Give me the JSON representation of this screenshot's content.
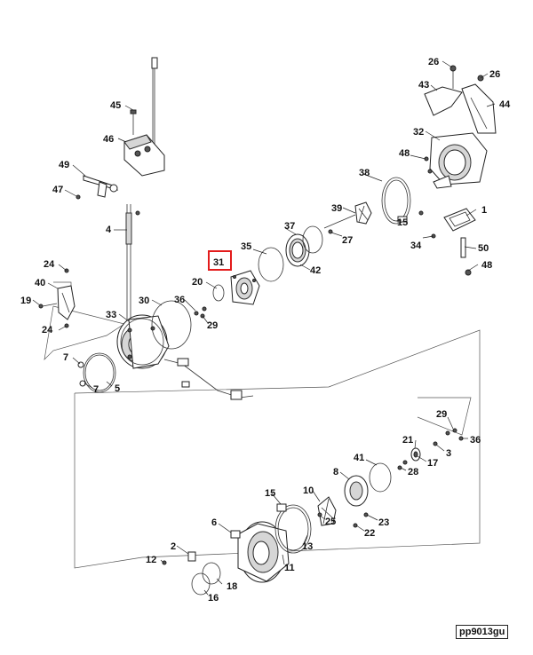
{
  "callouts": {
    "n1": "1",
    "n2": "2",
    "n3": "3",
    "n4": "4",
    "n5": "5",
    "n6": "6",
    "n7a": "7",
    "n7b": "7",
    "n8": "8",
    "n10": "10",
    "n11": "11",
    "n12": "12",
    "n13": "13",
    "n15a": "15",
    "n15b": "15",
    "n16": "16",
    "n17": "17",
    "n18": "18",
    "n19": "19",
    "n20": "20",
    "n21": "21",
    "n22": "22",
    "n23": "23",
    "n24a": "24",
    "n24b": "24",
    "n25": "25",
    "n26a": "26",
    "n26b": "26",
    "n27": "27",
    "n28": "28",
    "n29a": "29",
    "n29b": "29",
    "n30": "30",
    "n31": "31",
    "n32": "32",
    "n33": "33",
    "n34": "34",
    "n35": "35",
    "n36a": "36",
    "n36b": "36",
    "n37": "37",
    "n38": "38",
    "n39": "39",
    "n40": "40",
    "n41": "41",
    "n42": "42",
    "n43": "43",
    "n44": "44",
    "n45": "45",
    "n46": "46",
    "n47": "47",
    "n48a": "48",
    "n48b": "48",
    "n49": "49",
    "n50": "50"
  },
  "highlighted_callout": "31",
  "highlight_color": "#e31b1b",
  "diagram_code": "pp9013gu"
}
